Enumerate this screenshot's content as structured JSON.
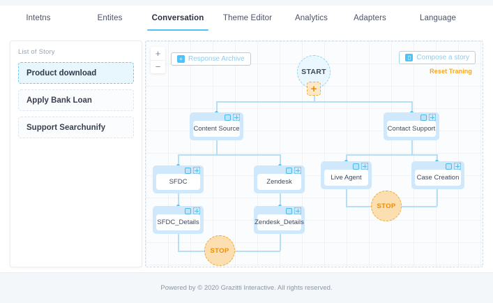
{
  "tabs": [
    {
      "label": "Intetns",
      "active": false
    },
    {
      "label": "Entites",
      "active": false
    },
    {
      "label": "Conversation",
      "active": true
    },
    {
      "label": "Theme Editor",
      "active": false
    },
    {
      "label": "Analytics",
      "active": false
    },
    {
      "label": "Adapters",
      "active": false
    },
    {
      "label": "Language",
      "active": false
    }
  ],
  "sidebar": {
    "title": "List of Story",
    "items": [
      {
        "label": "Product download",
        "selected": true
      },
      {
        "label": "Apply Bank Loan",
        "selected": false
      },
      {
        "label": "Support Searchunify",
        "selected": false
      }
    ]
  },
  "canvas": {
    "zoom_in": "+",
    "zoom_out": "−",
    "response_archive": "Response Archive",
    "response_archive_icon": "plus-square-icon",
    "compose_story": "Compose a story",
    "compose_story_icon": "chat-bubble-icon",
    "reset_training": "Reset Traning",
    "start_label": "START",
    "add_badge": "+",
    "stop_label": "STOP",
    "nodes": [
      {
        "id": "content-source",
        "label": "Content Source"
      },
      {
        "id": "contact-support",
        "label": "Contact Support"
      },
      {
        "id": "sfdc",
        "label": "SFDC"
      },
      {
        "id": "zendesk",
        "label": "Zendesk"
      },
      {
        "id": "live-agent",
        "label": "Live Agent"
      },
      {
        "id": "case-creation",
        "label": "Case Creation"
      },
      {
        "id": "sfdc-details",
        "label": "SFDC_Details"
      },
      {
        "id": "zendesk-details",
        "label": "Zendesk_Details"
      }
    ]
  },
  "footer": {
    "text": "Powered by © 2020 Grazitti Interactive. All rights reserved."
  },
  "colors": {
    "accent": "#4fc3f7",
    "node_fill": "#cfe8fb",
    "stop": "#f0a52e",
    "page_bg": "#f4f7f9"
  }
}
